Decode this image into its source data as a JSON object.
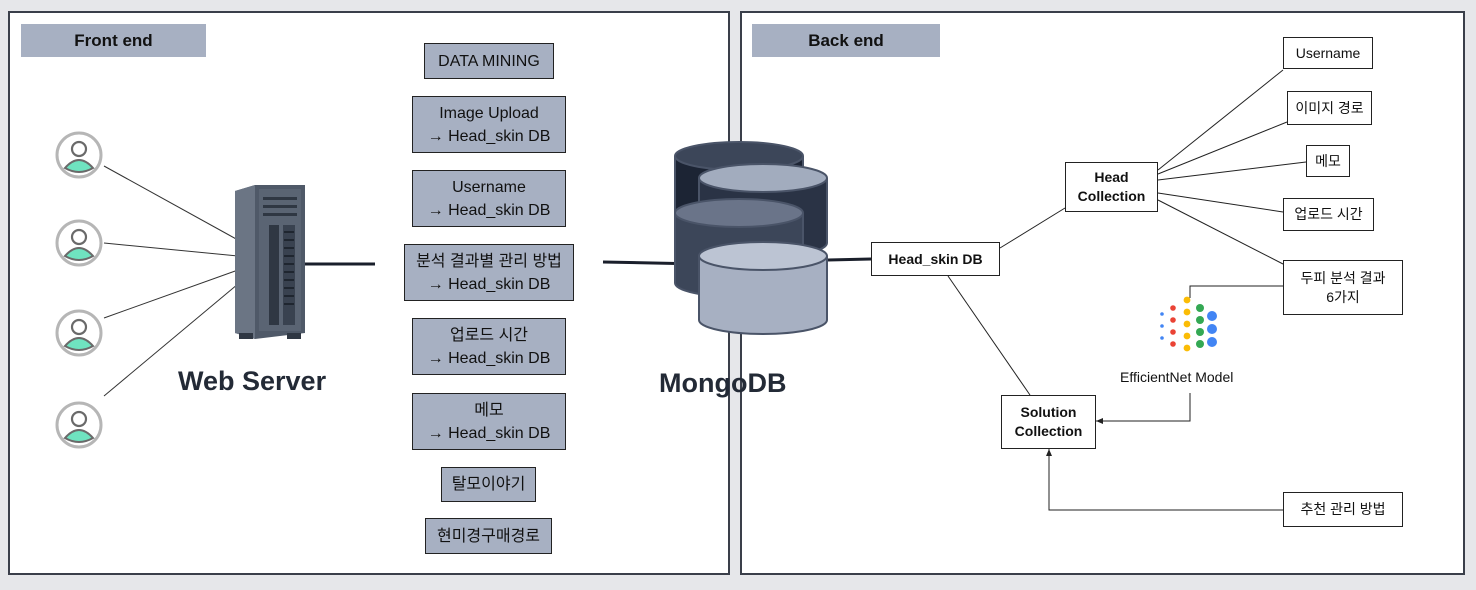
{
  "front": {
    "tag": "Front end",
    "server_label": "Web Server",
    "data_mining": "DATA MINING",
    "items": [
      {
        "line1": "Image Upload",
        "line2": "→ Head_skin DB"
      },
      {
        "line1": "Username",
        "line2": "→ Head_skin DB"
      },
      {
        "line1": "분석 결과별 관리 방법",
        "line2": "→ Head_skin DB"
      },
      {
        "line1": "업로드 시간",
        "line2": "→ Head_skin DB"
      },
      {
        "line1": "메모",
        "line2": "→ Head_skin DB"
      }
    ],
    "extras": [
      "탈모이야기",
      "현미경구매경로"
    ]
  },
  "db_label": "MongoDB",
  "back": {
    "tag": "Back end",
    "head_skin_db": "Head_skin DB",
    "head_collection": {
      "line1": "Head",
      "line2": "Collection"
    },
    "solution_collection": {
      "line1": "Solution",
      "line2": "Collection"
    },
    "fields": [
      "Username",
      "이미지 경로",
      "메모",
      "업로드 시간"
    ],
    "analysis": {
      "line1": "두피 분석 결과",
      "line2": "6가지"
    },
    "recommend": "추천 관리 방법",
    "model_label": "EfficientNet Model"
  },
  "colors": {
    "box_fill": "#a7b0c2",
    "user_icon": "#6fe3c0",
    "db_dark": "#1c2434",
    "db_mid": "#3c4659",
    "db_light": "#a7b0c2"
  }
}
